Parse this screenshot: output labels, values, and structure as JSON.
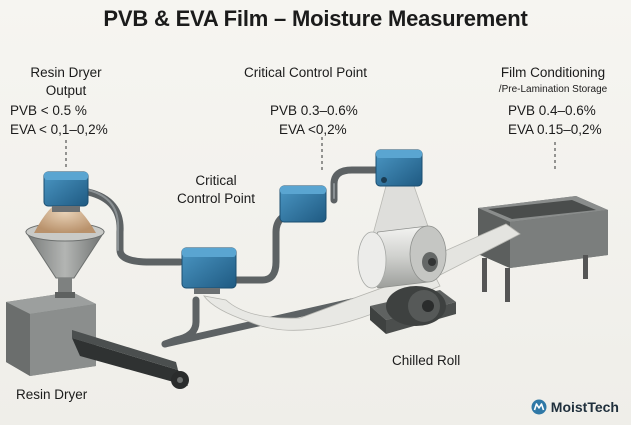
{
  "title": "PVB & EVA Film – Moisture Measurement",
  "resin_dryer_output": {
    "label_line1": "Resin Dryer",
    "label_line2": "Output",
    "pvb": "PVB < 0.5 %",
    "eva": "EVA < 0,1–0,2%"
  },
  "control_point_left": {
    "line1": "Critical",
    "line2": "Control Point"
  },
  "control_point_top": {
    "label": "Critical Control Point",
    "pvb": "PVB  0.3–0.6%",
    "eva": "EVA  <0,2%"
  },
  "film_conditioning": {
    "line1": "Film Conditioning",
    "line2": "/Pre-Lamination Storage",
    "pvb": "PVB  0.4–0.6%",
    "eva": "EVA  0.15–0,2%"
  },
  "resin_dryer_label": "Resin Dryer",
  "chilled_roll_label": "Chilled Roll",
  "brand": "MoistTech",
  "colors": {
    "sensor_blue": "#2f78a6",
    "sensor_dark": "#1e5477",
    "machine_gray": "#8a8c8c",
    "film": "#e6e6e2"
  }
}
